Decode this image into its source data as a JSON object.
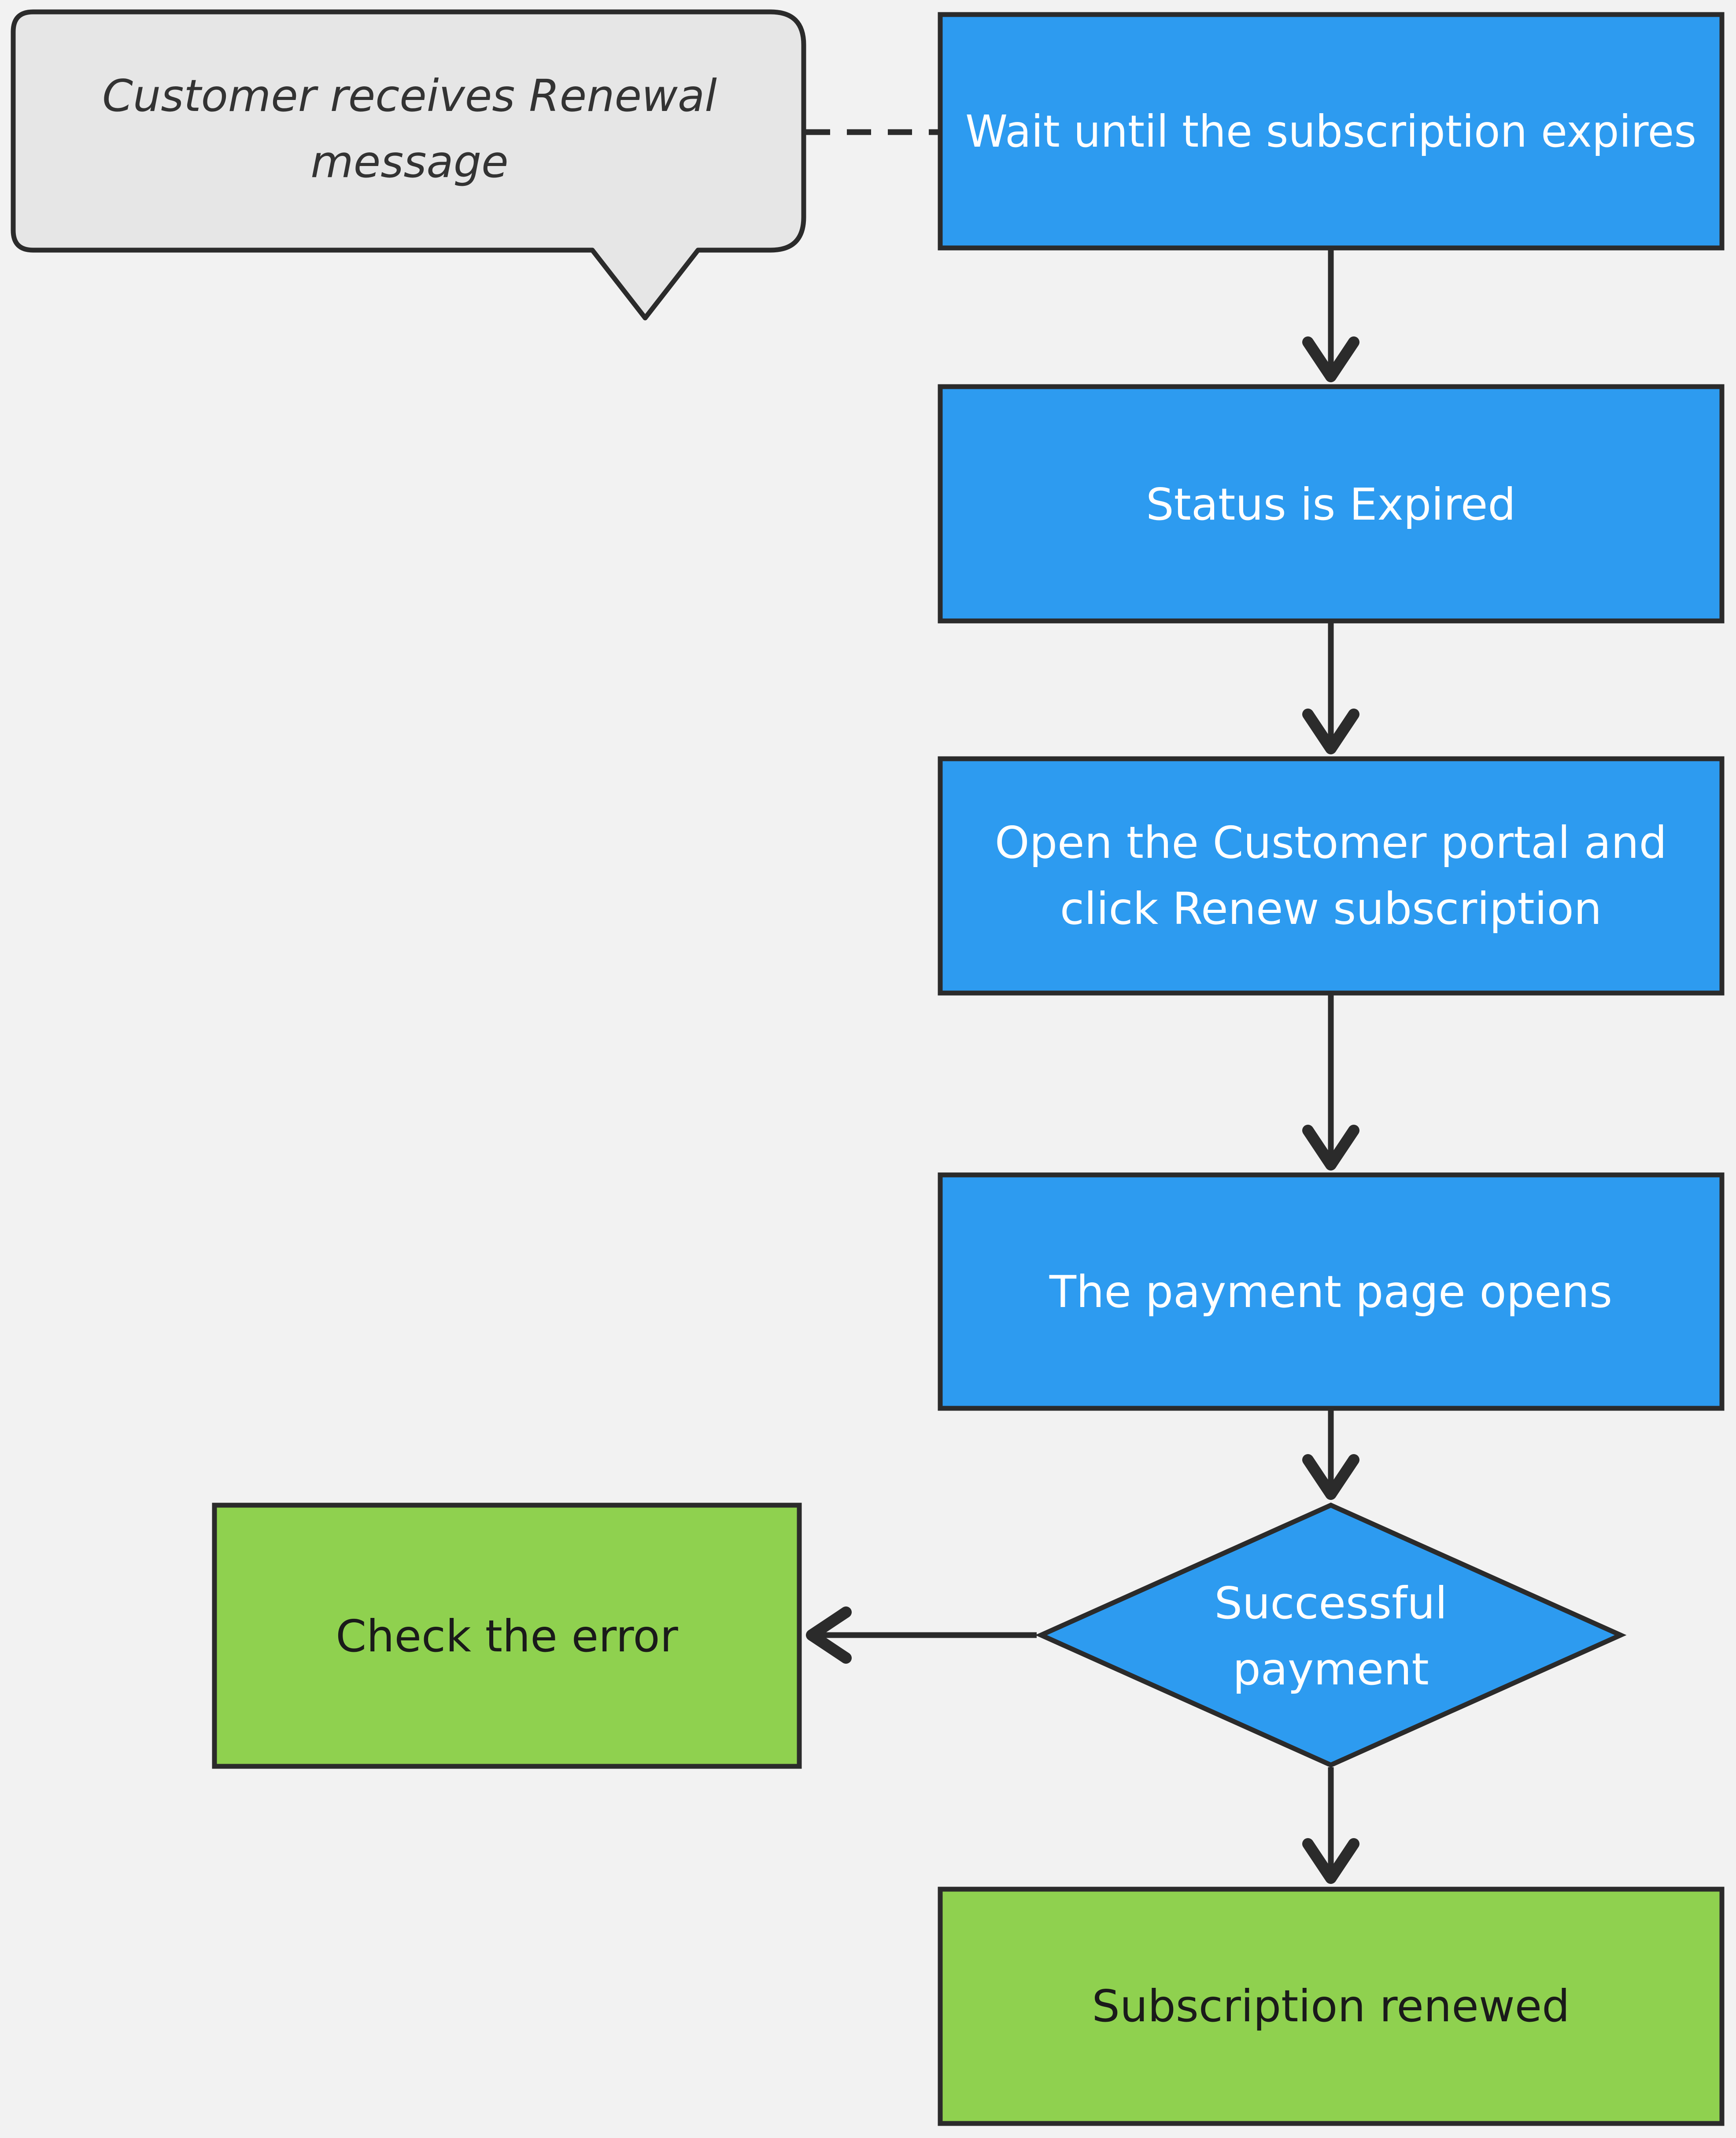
{
  "colors": {
    "background": "#f2f2f2",
    "process_fill": "#2d9bf0",
    "terminal_fill": "#8fd14f",
    "callout_fill": "#e6e6e6",
    "stroke": "#2b2b2b"
  },
  "callout": {
    "line1": "Customer receives Renewal",
    "line2": "message"
  },
  "steps": {
    "wait": "Wait until the subscription expires",
    "status": "Status is Expired",
    "open_line1": "Open the Customer portal and",
    "open_line2": "click Renew subscription",
    "payment_page": "The payment page opens"
  },
  "decision": {
    "line1": "Successful",
    "line2": "payment"
  },
  "outcomes": {
    "error": "Check the error",
    "renewed": "Subscription renewed"
  }
}
